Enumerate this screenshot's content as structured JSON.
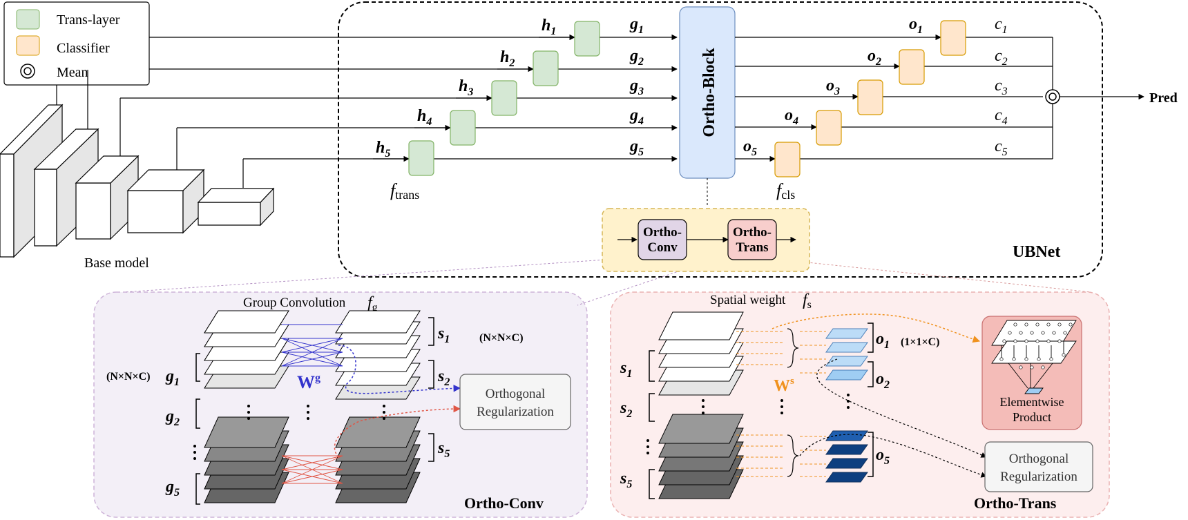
{
  "legend": {
    "trans_layer": "Trans-layer",
    "classifier": "Classifier",
    "mean": "Mean"
  },
  "colors": {
    "trans_layer": "#d5e8d4",
    "trans_layer_stroke": "#82b366",
    "classifier": "#ffe6cc",
    "classifier_stroke": "#d79b00",
    "ortho_block": "#dae8fc",
    "ortho_block_stroke": "#6c8ebf",
    "ortho_panel": "#fff2cc",
    "ortho_panel_stroke": "#d6b656",
    "ortho_conv": "#e1d5e7",
    "ortho_trans": "#f8cecc",
    "conv_bg": "#f3eff7",
    "trans_bg": "#fdeeee",
    "blue_weight": "#3333cc",
    "red_weight": "#e05545",
    "orange_weight": "#f0921e"
  },
  "base_model": "Base model",
  "ubnet": "UBNet",
  "ortho_block": "Ortho-Block",
  "pred": "Pred",
  "f_trans": {
    "main": "f",
    "sub": "trans"
  },
  "f_cls": {
    "main": "f",
    "sub": "cls"
  },
  "h_labels": [
    {
      "main": "h",
      "sub": "1"
    },
    {
      "main": "h",
      "sub": "2"
    },
    {
      "main": "h",
      "sub": "3"
    },
    {
      "main": "h",
      "sub": "4"
    },
    {
      "main": "h",
      "sub": "5"
    }
  ],
  "g_labels": [
    {
      "main": "g",
      "sub": "1"
    },
    {
      "main": "g",
      "sub": "2"
    },
    {
      "main": "g",
      "sub": "3"
    },
    {
      "main": "g",
      "sub": "4"
    },
    {
      "main": "g",
      "sub": "5"
    }
  ],
  "o_labels": [
    {
      "main": "o",
      "sub": "1"
    },
    {
      "main": "o",
      "sub": "2"
    },
    {
      "main": "o",
      "sub": "3"
    },
    {
      "main": "o",
      "sub": "4"
    },
    {
      "main": "o",
      "sub": "5"
    }
  ],
  "c_labels": [
    {
      "main": "c",
      "sub": "1"
    },
    {
      "main": "c",
      "sub": "2"
    },
    {
      "main": "c",
      "sub": "3"
    },
    {
      "main": "c",
      "sub": "4"
    },
    {
      "main": "c",
      "sub": "5"
    }
  ],
  "ortho_conv": {
    "line1": "Ortho-",
    "line2": "Conv"
  },
  "ortho_trans": {
    "line1": "Ortho-",
    "line2": "Trans"
  },
  "conv_panel": {
    "title": "Ortho-Conv",
    "group_conv": "Group Convolution",
    "fg": {
      "main": "f",
      "sub": "g"
    },
    "dims": "(N×N×C)",
    "dims_right": "(N×N×C)",
    "g1": {
      "main": "g",
      "sub": "1"
    },
    "g2": {
      "main": "g",
      "sub": "2"
    },
    "g5": {
      "main": "g",
      "sub": "5"
    },
    "s1": {
      "main": "s",
      "sub": "1"
    },
    "s2": {
      "main": "s",
      "sub": "2"
    },
    "s5": {
      "main": "s",
      "sub": "5"
    },
    "weight": {
      "main": "W",
      "sup": "g"
    },
    "ortho_reg": {
      "line1": "Orthogonal",
      "line2": "Regularization"
    }
  },
  "trans_panel": {
    "title": "Ortho-Trans",
    "spatial": "Spatial weight",
    "fs": {
      "main": "f",
      "sub": "s"
    },
    "s1": {
      "main": "s",
      "sub": "1"
    },
    "s2": {
      "main": "s",
      "sub": "2"
    },
    "s5": {
      "main": "s",
      "sub": "5"
    },
    "o1": {
      "main": "o",
      "sub": "1"
    },
    "o2": {
      "main": "o",
      "sub": "2"
    },
    "o5": {
      "main": "o",
      "sub": "5"
    },
    "dims": "(1×1×C)",
    "weight": {
      "main": "W",
      "sup": "s"
    },
    "elementwise": {
      "line1": "Elementwise",
      "line2": "Product"
    },
    "ortho_reg": {
      "line1": "Orthogonal",
      "line2": "Regularization"
    }
  }
}
